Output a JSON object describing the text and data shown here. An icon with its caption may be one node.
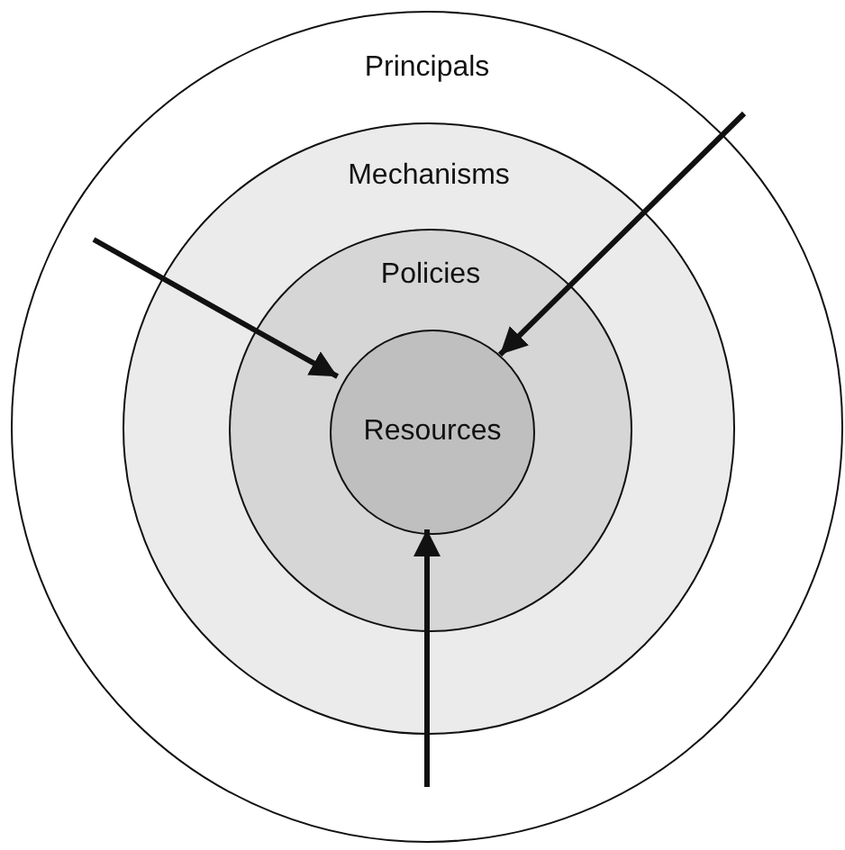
{
  "diagram": {
    "nodes": [
      {
        "text": [
          "Principals"
        ]
      },
      {
        "text": [
          "Mechanisms"
        ],
        "in": 0
      },
      {
        "text": [
          "Policies"
        ],
        "in": 1
      },
      {
        "text": [
          "Resources"
        ],
        "in": 2
      }
    ],
    "edges": [
      {
        "from": null,
        "to": 3,
        "arrow": "to"
      },
      {
        "from": null,
        "to": 3,
        "arrow": "to"
      },
      {
        "from": null,
        "to": 3,
        "arrow": "to"
      }
    ]
  }
}
